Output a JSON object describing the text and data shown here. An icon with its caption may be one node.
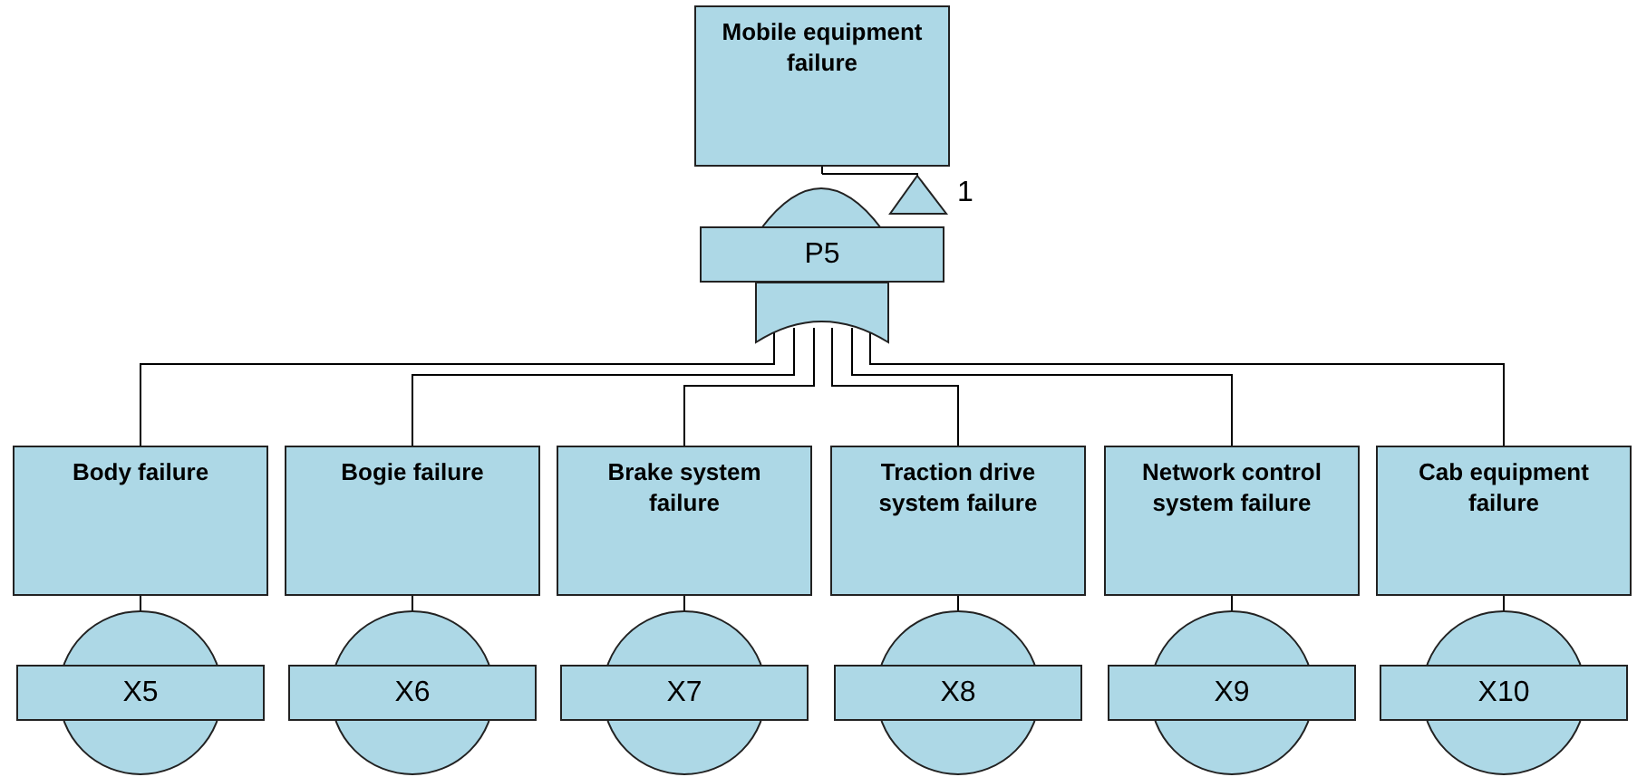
{
  "diagram": {
    "nodes": [
      {
        "text": [
          "Mobile equipment failure"
        ]
      },
      {
        "text": [
          "P5"
        ]
      },
      {
        "text": [],
        "shape": "triangle",
        "beside": [
          "1"
        ]
      },
      {
        "text": [
          "Body failure"
        ]
      },
      {
        "text": [
          "Bogie failure"
        ]
      },
      {
        "text": [
          "Brake system failure"
        ]
      },
      {
        "text": [
          "Traction drive system failure"
        ]
      },
      {
        "text": [
          "Network control system failure"
        ]
      },
      {
        "text": [
          "Cab equipment failure"
        ]
      },
      {
        "text": [
          "X5"
        ]
      },
      {
        "text": [
          "X6"
        ]
      },
      {
        "text": [
          "X7"
        ]
      },
      {
        "text": [
          "X8"
        ]
      },
      {
        "text": [
          "X9"
        ]
      },
      {
        "text": [
          "X10"
        ]
      }
    ],
    "edges": [
      {
        "from": 0,
        "to": 1,
        "arrow": "none"
      },
      {
        "from": 1,
        "to": 2,
        "arrow": "none"
      },
      {
        "from": 1,
        "to": 3,
        "arrow": "none"
      },
      {
        "from": 1,
        "to": 4,
        "arrow": "none"
      },
      {
        "from": 1,
        "to": 5,
        "arrow": "none"
      },
      {
        "from": 1,
        "to": 6,
        "arrow": "none"
      },
      {
        "from": 1,
        "to": 7,
        "arrow": "none"
      },
      {
        "from": 1,
        "to": 8,
        "arrow": "none"
      },
      {
        "from": 3,
        "to": 9,
        "arrow": "none"
      },
      {
        "from": 4,
        "to": 10,
        "arrow": "none"
      },
      {
        "from": 5,
        "to": 11,
        "arrow": "none"
      },
      {
        "from": 6,
        "to": 12,
        "arrow": "none"
      },
      {
        "from": 7,
        "to": 13,
        "arrow": "none"
      },
      {
        "from": 8,
        "to": 14,
        "arrow": "none"
      }
    ]
  }
}
